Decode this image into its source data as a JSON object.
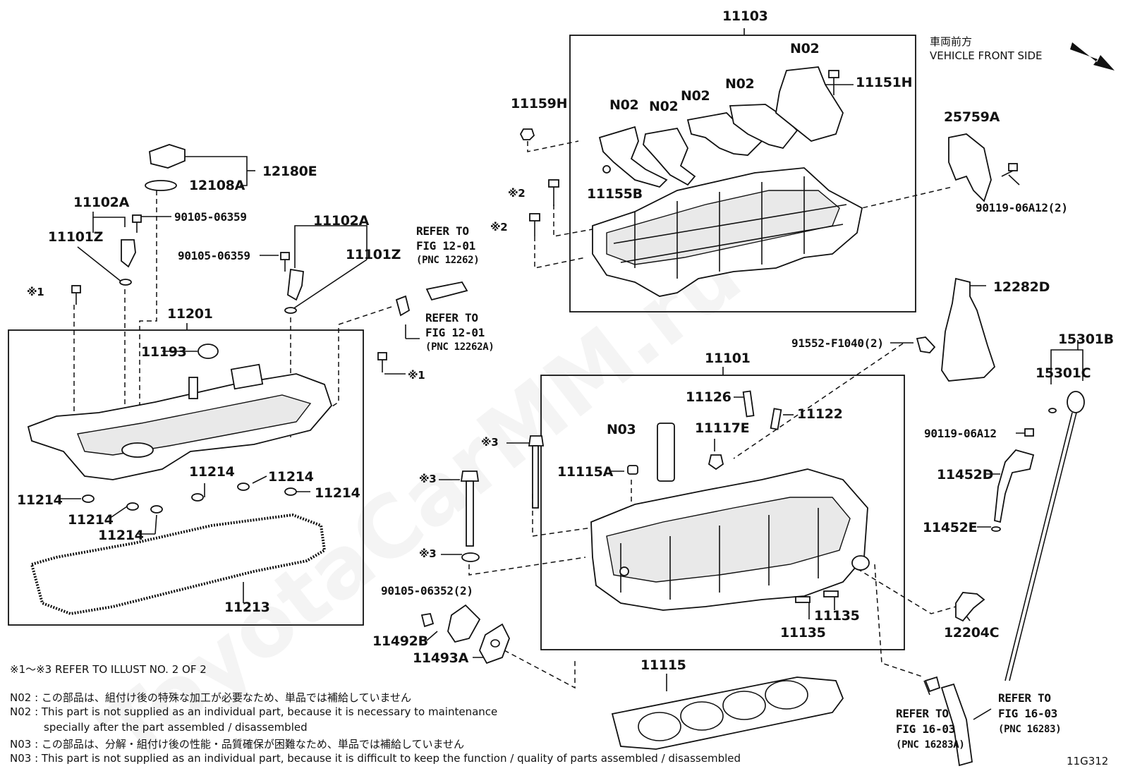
{
  "watermark": "ToyotaCarMM.ru",
  "direction": {
    "jp": "車両前方",
    "en": "VEHICLE FRONT SIDE"
  },
  "labels": {
    "p11103": "11103",
    "p11159H": "11159H",
    "n02a": "N02",
    "n02b": "N02",
    "n02c": "N02",
    "n02d": "N02",
    "n02e": "N02",
    "p11151H": "11151H",
    "p25759A": "25759A",
    "p11155B": "11155B",
    "mark2a": "※2",
    "mark2b": "※2",
    "p90119_06A12_2": "90119-06A12(2)",
    "p12180E": "12180E",
    "p12108A": "12108A",
    "p11102A_l": "11102A",
    "p90105_06359_a": "90105-06359",
    "p11101Z_l": "11101Z",
    "p11102A_r": "11102A",
    "p90105_06359_b": "90105-06359",
    "p11101Z_r": "11101Z",
    "refer1_a": "REFER TO",
    "refer1_b": "FIG 12-01",
    "refer1_c": "(PNC 12262)",
    "refer2_a": "REFER TO",
    "refer2_b": "FIG 12-01",
    "refer2_c": "(PNC 12262A)",
    "mark1a": "※1",
    "mark1b": "※1",
    "p12282D": "12282D",
    "p91552": "91552-F1040(2)",
    "p11201": "11201",
    "p11193": "11193",
    "p15301B": "15301B",
    "p15301C": "15301C",
    "p11101": "11101",
    "p11126": "11126",
    "p11122": "11122",
    "n03": "N03",
    "p11117E": "11117E",
    "mark3a": "※3",
    "mark3b": "※3",
    "mark3c": "※3",
    "p90119_06A12": "90119-06A12",
    "p11452D": "11452D",
    "p11115A": "11115A",
    "p11214_a": "11214",
    "p11214_b": "11214",
    "p11214_c": "11214",
    "p11214_d": "11214",
    "p11214_e": "11214",
    "p11214_f": "11214",
    "p11452E": "11452E",
    "p11213": "11213",
    "p90105_06352": "90105-06352(2)",
    "p11135_a": "11135",
    "p11135_b": "11135",
    "p12204C": "12204C",
    "p11492B": "11492B",
    "p11493A": "11493A",
    "p11115": "11115",
    "refer3_a": "REFER TO",
    "refer3_b": "FIG 16-03",
    "refer3_c": "(PNC 16283A)",
    "refer4_a": "REFER TO",
    "refer4_b": "FIG 16-03",
    "refer4_c": "(PNC 16283)",
    "illust_no": "11G312"
  },
  "notes": {
    "refer_illust": "※1～※3  REFER TO ILLUST NO. 2 OF 2",
    "n02_jp": "N02 : この部品は、組付け後の特殊な加工が必要なため、単品では補給していません",
    "n02_en1": "N02 : This part is not supplied as an individual part, because it is necessary to maintenance",
    "n02_en2": "specially after the part assembled / disassembled",
    "n03_jp": "N03 : この部品は、分解・組付け後の性能・品質確保が困難なため、単品では補給していません",
    "n03_en": "N03 : This part is not supplied as an individual part, because it is difficult to keep the function / quality of parts  assembled / disassembled"
  }
}
